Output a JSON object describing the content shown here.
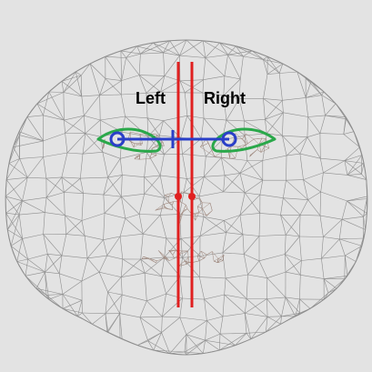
{
  "labels": {
    "left": "Left",
    "right": "Right"
  },
  "colors": {
    "background": "#e3e3e3",
    "mesh": "#8e8e8e",
    "mesh_dense": "#a08a80",
    "midline": "#e02020",
    "eye_outline": "#2aa84a",
    "eye_axis": "#2a3fc8"
  },
  "elements": {
    "face_mesh": "face-wireframe-mesh",
    "midlines": "vertical-red-midlines",
    "eyes": "green-eye-contours",
    "pupils": "blue-pupil-circles",
    "axis": "blue-interpupillary-line"
  }
}
